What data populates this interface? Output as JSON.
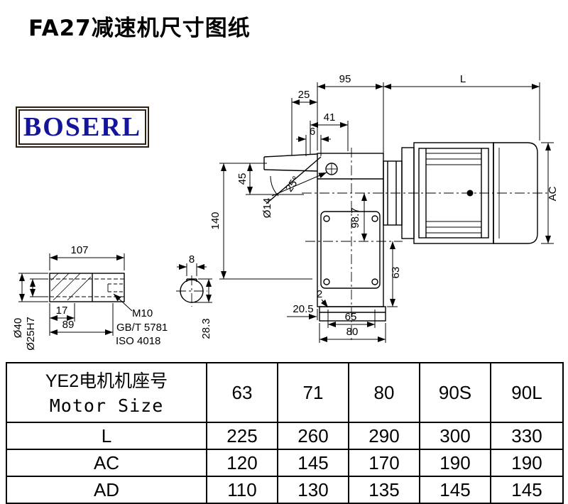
{
  "page": {
    "title": "FA27减速机尺寸图纸",
    "logo_text": "BOSERL"
  },
  "drawing": {
    "main": {
      "d95": "95",
      "dL": "L",
      "d25": "25",
      "d41": "41",
      "d6": "6",
      "d45": "45",
      "d140": "140",
      "dia14": "Ø14",
      "ang25": "25°",
      "d98_7": "98.7",
      "dAC": "AC",
      "d63": "63",
      "d2": "2",
      "d20_5": "20.5",
      "d65": "65",
      "d80": "80"
    },
    "shaft": {
      "d107": "107",
      "d17": "17",
      "d89": "89",
      "dia40": "Ø40",
      "dia25h7": "Ø25H7",
      "m10": "M10",
      "gbt5781": "GB/T 5781",
      "iso4018": "ISO 4018",
      "d8": "8",
      "d28_3": "28.3"
    }
  },
  "table": {
    "header": {
      "model_line1": "YE2电机机座号",
      "model_line2": "Motor Size",
      "sizes": [
        "63",
        "71",
        "80",
        "90S",
        "90L"
      ]
    },
    "rows": [
      {
        "label": "L",
        "values": [
          "225",
          "260",
          "290",
          "300",
          "330"
        ]
      },
      {
        "label": "AC",
        "values": [
          "120",
          "145",
          "170",
          "190",
          "190"
        ]
      },
      {
        "label": "AD",
        "values": [
          "110",
          "130",
          "135",
          "145",
          "145"
        ]
      }
    ]
  }
}
